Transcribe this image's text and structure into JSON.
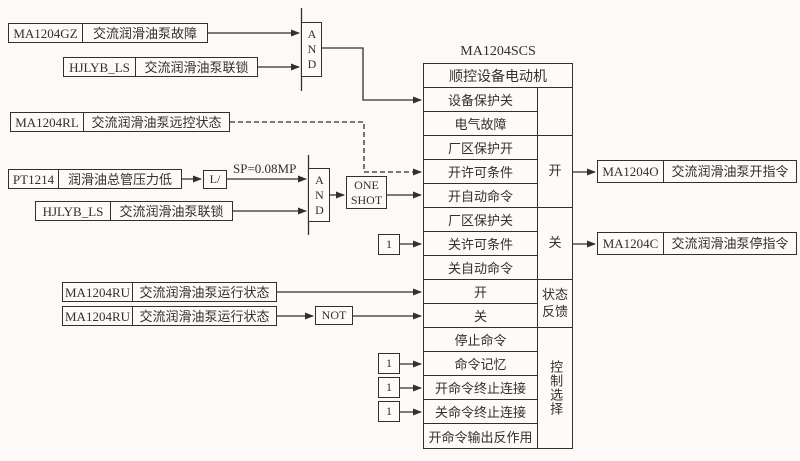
{
  "diagram": {
    "controller_title": "MA1204SCS",
    "inputs": [
      {
        "tag": "MA1204GZ",
        "desc": "交流润滑油泵故障"
      },
      {
        "tag": "HJLYB_LS",
        "desc": "交流润滑油泵联锁"
      },
      {
        "tag": "MA1204RL",
        "desc": "交流润滑油泵远控状态"
      },
      {
        "tag": "PT1214",
        "desc": "润滑油总管压力低"
      },
      {
        "tag": "HJLYB_LS",
        "desc": "交流润滑油泵联锁"
      },
      {
        "tag": "MA1204RU",
        "desc": "交流润滑油泵运行状态"
      },
      {
        "tag": "MA1204RU",
        "desc": "交流润滑油泵运行状态"
      }
    ],
    "gates": {
      "and": "AND",
      "low_select": "L/",
      "setpoint": "SP=0.08MP",
      "one_shot": "ONE SHOT",
      "not": "NOT",
      "const_one": "1"
    },
    "table": {
      "header": "顺控设备电动机",
      "rows": [
        "设备保护关",
        "电气故障",
        "厂区保护开",
        "开许可条件",
        "开自动命令",
        "厂区保护关",
        "关许可条件",
        "关自动命令",
        "开",
        "关",
        "停止命令",
        "命令记忆",
        "开命令终止连接",
        "关命令终止连接",
        "开命令输出反作用"
      ],
      "groups": [
        {
          "label": "",
          "span": 2
        },
        {
          "label": "开",
          "span": 3
        },
        {
          "label": "关",
          "span": 3
        },
        {
          "label": "状态反馈",
          "span": 2
        },
        {
          "label": "控制选择",
          "span": 5
        }
      ]
    },
    "outputs": [
      {
        "tag": "MA1204O",
        "desc": "交流润滑油泵开指令"
      },
      {
        "tag": "MA1204C",
        "desc": "交流润滑油泵停指令"
      }
    ],
    "colors": {
      "line": "#342f2b",
      "paper": "#fbfaf8"
    }
  }
}
